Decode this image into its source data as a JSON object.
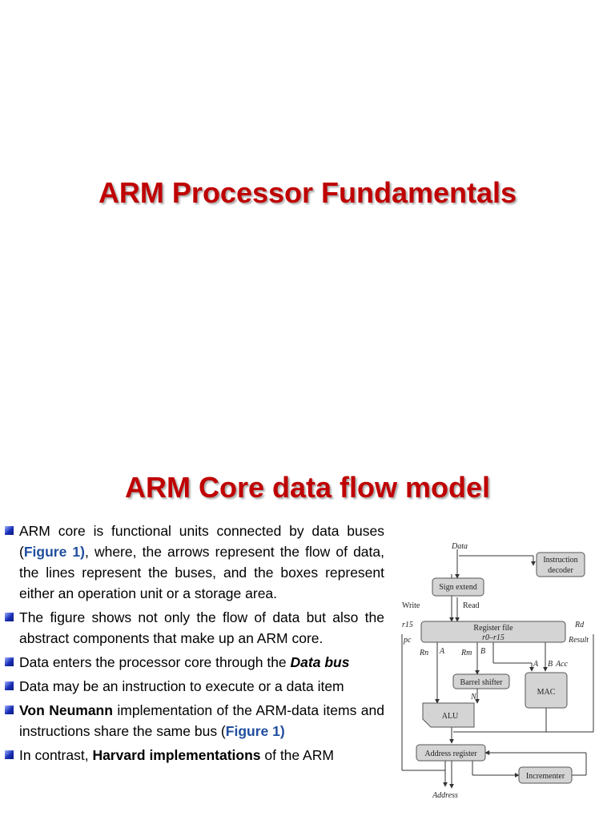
{
  "slide": {
    "title": "ARM Processor Fundamentals",
    "section_title": "ARM Core data flow model"
  },
  "bullets": [
    {
      "p1": "ARM core is functional units connected by data buses (",
      "fig": "Figure 1)",
      "p2": ", where, the arrows represent the flow of data, the lines represent the buses, and the boxes represent either an operation unit or a storage area."
    },
    {
      "text": "The figure shows not only the flow of data but also the abstract components that make up an ARM core."
    },
    {
      "p1": "Data enters the processor core through the ",
      "bold_italic": "Data bus"
    },
    {
      "text": "Data may be an instruction to execute or a data item"
    },
    {
      "bold": "Von Neumann",
      "p1": " implementation of the ARM-data items and instructions share the same bus (",
      "fig": "Figure 1)"
    },
    {
      "p1": "In contrast, ",
      "bold": "Harvard implementations",
      "p2": " of the ARM"
    }
  ],
  "diagram": {
    "data": "Data",
    "instruction_decoder_1": "Instruction",
    "instruction_decoder_2": "decoder",
    "sign_extend": "Sign extend",
    "write": "Write",
    "read": "Read",
    "r15": "r15",
    "rd": "Rd",
    "register_file": "Register file",
    "register_range": "r0–r15",
    "pc": "pc",
    "result": "Result",
    "rn": "Rn",
    "a": "A",
    "rm": "Rm",
    "b": "B",
    "a2": "A",
    "b2": "B",
    "acc": "Acc",
    "barrel_shifter": "Barrel shifter",
    "n": "N",
    "mac": "MAC",
    "alu": "ALU",
    "address_register": "Address register",
    "incrementer": "Incrementer",
    "address": "Address"
  },
  "colors": {
    "title": "#c00000",
    "figure_ref": "#1f4e9e",
    "bullet_marker": "#1a2fb8",
    "box_fill": "#d4d4d4"
  }
}
